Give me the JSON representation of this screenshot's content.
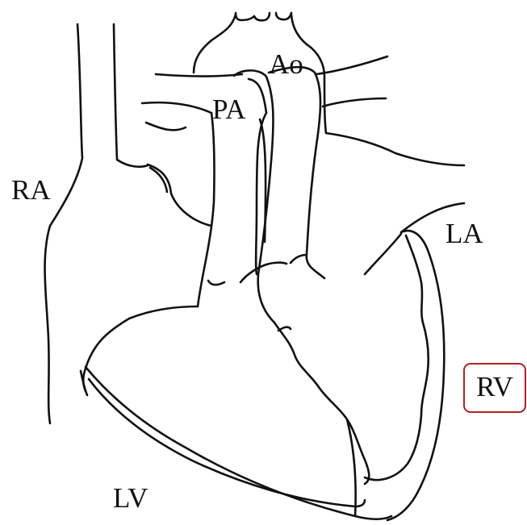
{
  "diagram": {
    "labels": {
      "ra": "RA",
      "ao": "Ao",
      "pa": "PA",
      "la": "LA",
      "rv": "RV",
      "lv": "LV"
    },
    "highlighted_label": "rv",
    "highlight_color": "#b22222",
    "line_color": "#111111"
  }
}
